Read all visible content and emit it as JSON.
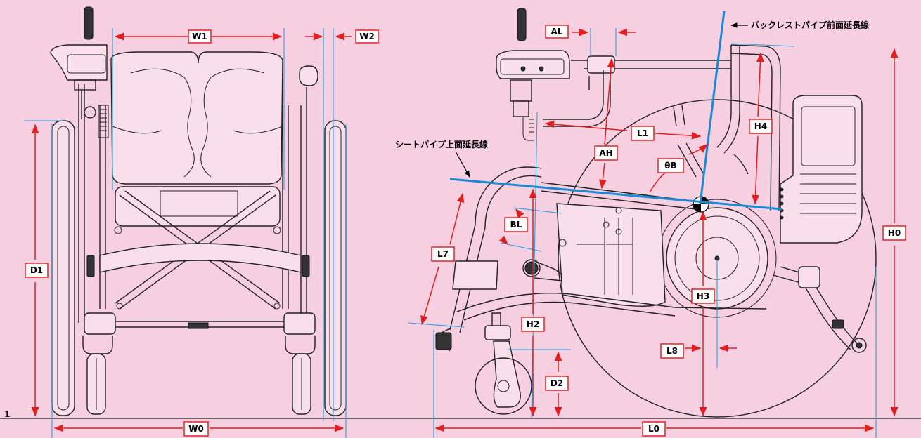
{
  "labels": {
    "w1": "W1",
    "w2": "W2",
    "d1": "D1",
    "w0": "W0",
    "al": "AL",
    "l1": "L1",
    "ah": "AH",
    "theta_b": "θB",
    "bl": "BL",
    "l7": "L7",
    "h2": "H2",
    "h3": "H3",
    "h4": "H4",
    "h0": "H0",
    "l8": "L8",
    "d2": "D2",
    "l0": "L0"
  },
  "annotations": {
    "backrest_line": "バックレストパイプ前面延長線",
    "seat_line": "シートパイプ上面延長線"
  },
  "colors": {
    "dimension": "#e02020",
    "reference": "#2aa0e0",
    "background": "#f6cfe1"
  }
}
